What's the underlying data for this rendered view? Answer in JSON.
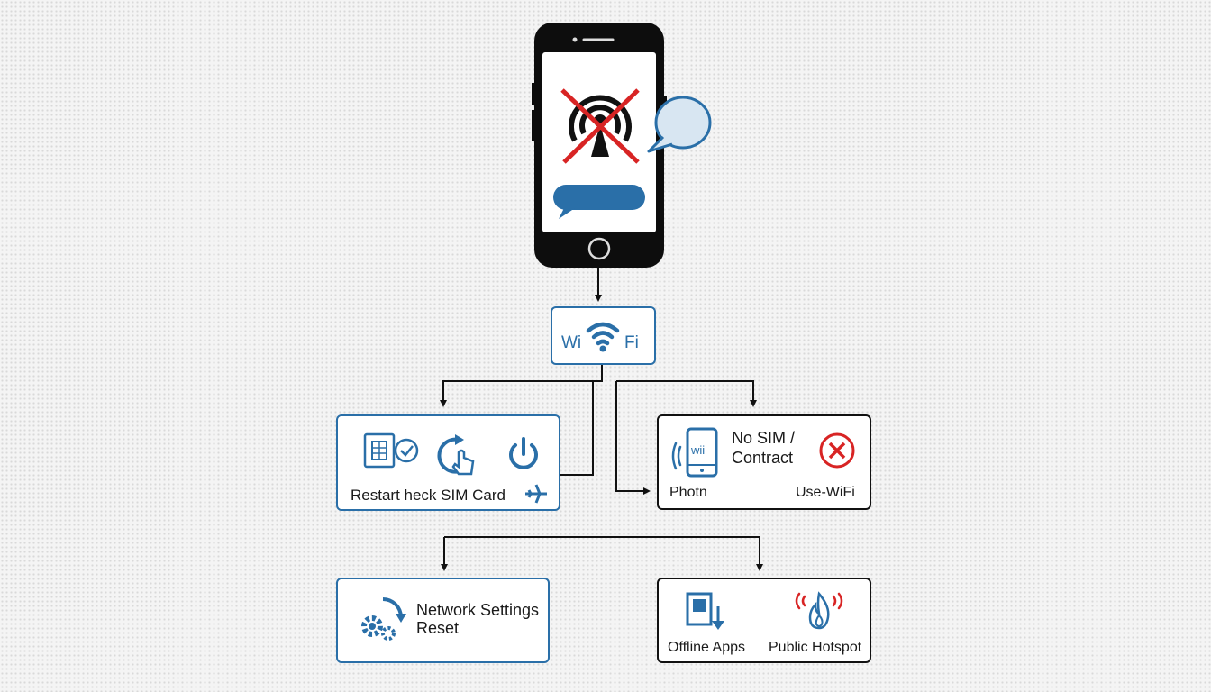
{
  "colors": {
    "accent_blue": "#2a6fa8",
    "alert_red": "#d82424",
    "line_black": "#111111",
    "map_dots": "#d9d9d9"
  },
  "icons": {
    "phone": "smartphone-icon",
    "no_signal": "crossed-signal-tower-icon",
    "chat": "speech-bubble-icon",
    "wifi": "wifi-icon",
    "sim": "sim-card-check-icon",
    "restart": "restart-tap-icon",
    "power": "power-icon",
    "airplane": "airplane-icon",
    "phone_wifi": "phone-wifi-icon",
    "cross": "red-x-circle-icon",
    "gears": "gears-refresh-icon",
    "download": "offline-download-icon",
    "hotspot": "hotspot-flame-icon"
  },
  "wifi_box": {
    "left": "Wi",
    "right": "Fi"
  },
  "troubleshoot_box": {
    "label": "Restart heck SIM Card"
  },
  "nosim_box": {
    "title_line1": "No SIM /",
    "title_line2": "Contract",
    "phone_inner": "wii",
    "left_label": "Photn",
    "right_label": "Use-WiFi"
  },
  "reset_box": {
    "line1": "Network Settings",
    "line2": "Reset"
  },
  "alternatives_box": {
    "left_label": "Offline Apps",
    "right_label": "Public Hotspot"
  }
}
